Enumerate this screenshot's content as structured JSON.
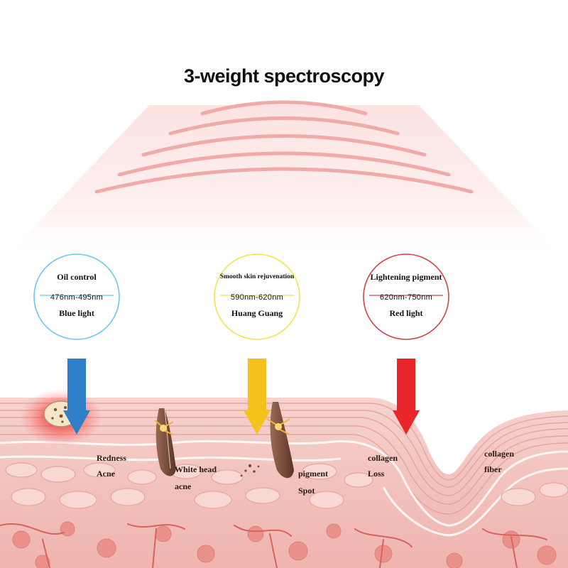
{
  "title": "3-weight spectroscopy",
  "colors": {
    "blue": "#2f7fc8",
    "yellow": "#f4c21d",
    "red": "#e8262a",
    "skin": "#f3c6c0",
    "skin_line": "#e9a8a3"
  },
  "lights": [
    {
      "effect": "Oil control",
      "range": "476nm-495nm",
      "name": "Blue light",
      "ring": "#6cc8ec",
      "arrow": "#2f7fc8"
    },
    {
      "effect": "Smooth skin rejuvenation",
      "range": "590nm-620nm",
      "name": "Huang Guang",
      "ring": "#f1e44a",
      "arrow": "#f4c21d"
    },
    {
      "effect": "Lightening pigment",
      "range": "620nm-750nm",
      "name": "Red light",
      "ring": "#c9464a",
      "arrow": "#e8262a"
    }
  ],
  "labels": {
    "redness": "Redness",
    "acne": "Acne",
    "white_head": "White head",
    "white_head_acne": "acne",
    "pigment": "pigment",
    "spot": "Spot",
    "collagen_loss_1": "collagen",
    "collagen_loss_2": "Loss",
    "collagen_fiber_1": "collagen",
    "collagen_fiber_2": "fiber"
  }
}
